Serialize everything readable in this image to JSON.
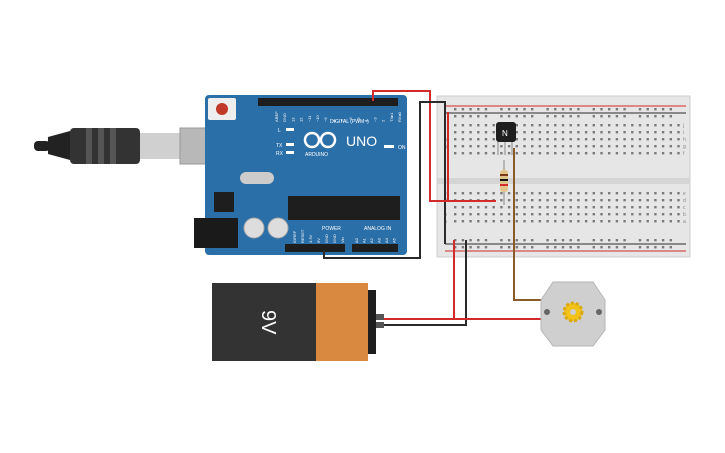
{
  "arduino": {
    "uno_label": "UNO",
    "brand_label": "ARDUINO",
    "digital_label": "DIGITAL (PWM~)",
    "power_label": "POWER",
    "analog_label": "ANALOG IN",
    "l_label": "L",
    "tx_label": "TX",
    "rx_label": "RX",
    "on_label": "ON",
    "digital_pins": [
      "AREF",
      "GND",
      "13",
      "12",
      "~11",
      "~10",
      "~9",
      "8",
      "7",
      "~6",
      "~5",
      "4",
      "~3",
      "2",
      "TX▸1",
      "RX◂0"
    ],
    "power_pins": [
      "IOREF",
      "RESET",
      "3.3V",
      "5V",
      "GND",
      "GND",
      "Vin"
    ],
    "analog_pins": [
      "A0",
      "A1",
      "A2",
      "A3",
      "A4",
      "A5"
    ]
  },
  "battery": {
    "label": "9V"
  },
  "transistor": {
    "label": "N"
  },
  "breadboard": {
    "row_labels_top": [
      "j",
      "i",
      "h",
      "g",
      "f"
    ],
    "row_labels_bottom": [
      "e",
      "d",
      "c",
      "b",
      "a"
    ],
    "column_count": 30
  },
  "colors": {
    "board": "#2b6fa8",
    "wire_red": "#d32a2a",
    "wire_black": "#2a2a2a",
    "wire_brown": "#8a5a2b",
    "battery_orange": "#d98a40",
    "battery_black": "#333333",
    "motor_gear": "#f2c218"
  }
}
